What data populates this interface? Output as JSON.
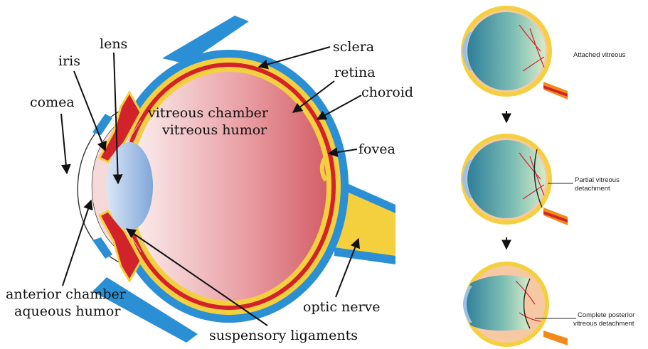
{
  "main_diagram": {
    "labels": {
      "lens": "lens",
      "iris": "iris",
      "cornea": "comea",
      "sclera": "sclera",
      "retina": "retina",
      "choroid": "choroid",
      "vitreous_chamber": "vitreous chamber",
      "vitreous_humor": "vitreous humor",
      "fovea": "fovea",
      "anterior_chamber": "anterior chamber",
      "aqueous_humor": "aqueous humor",
      "optic_nerve": "optic nerve",
      "suspensory_ligaments": "suspensory ligaments"
    }
  },
  "stages": {
    "attached": "Attached vitreous",
    "partial_line1": "Partial vitreous",
    "partial_line2": "detachment",
    "complete_line1": "Complete posterior",
    "complete_line2": "vitreous detachment"
  },
  "colors": {
    "sclera": "#2a8fd4",
    "choroid": "#d2232a",
    "retina": "#f4d03f",
    "vitreous": "#d9727a",
    "lens": "#a9c6ea",
    "optic_nerve": "#f4d03f"
  }
}
